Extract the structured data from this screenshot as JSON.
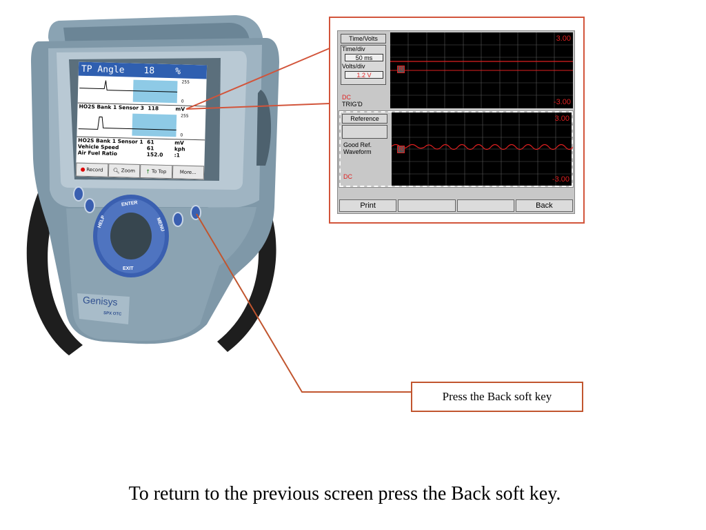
{
  "device": {
    "brand": "Genisys",
    "subbrand": "SPX OTC",
    "keys": {
      "enter": "ENTER",
      "help": "HELP",
      "menu": "MENU",
      "exit": "EXIT"
    },
    "screen": {
      "title": "TP Angle",
      "title_value": "18",
      "title_unit": "%",
      "graph1": {
        "max": "255",
        "min": "0"
      },
      "graph2": {
        "max": "255",
        "min": "0"
      },
      "row_sensor3": {
        "name": "HO2S Bank 1 Sensor 3",
        "value": "118",
        "unit": "mV"
      },
      "rows": [
        {
          "name": "HO2S Bank 1 Sensor 1",
          "value": "61",
          "unit": "mV"
        },
        {
          "name": "Vehicle Speed",
          "value": "61",
          "unit": "kph"
        },
        {
          "name": "Air Fuel Ratio",
          "value": "152.0",
          "unit": ":1"
        }
      ],
      "softkeys": [
        {
          "label": "Record",
          "icon": "record-dot-icon"
        },
        {
          "label": "Zoom",
          "icon": "magnifier-icon"
        },
        {
          "label": "To Top",
          "icon": "arrow-up-icon"
        },
        {
          "label": "More...",
          "icon": ""
        }
      ]
    }
  },
  "zoom_panel": {
    "top": {
      "header": "Time/Volts",
      "time_div_label": "Time/div",
      "time_div_value": "50 ms",
      "volts_div_label": "Volts/div",
      "volts_div_value": "1.2 V",
      "coupling": "DC",
      "trigger": "TRIG'D",
      "vmax": "3.00",
      "vmin": "-3.00",
      "marker": "R"
    },
    "bottom": {
      "header": "Reference",
      "desc_line1": "Good Ref.",
      "desc_line2": "Waveform",
      "coupling": "DC",
      "vmax": "3.00",
      "vmin": "-3.00",
      "marker": "R"
    },
    "softkeys": [
      "Print",
      "",
      "",
      "Back"
    ]
  },
  "callout": {
    "text": "Press the Back soft key"
  },
  "caption": "To return to the previous screen press the Back soft key.",
  "colors": {
    "callout_line": "#c1552e",
    "trace": "#e02020",
    "device_body": "#7f98a8",
    "device_blue": "#3a5fb0"
  }
}
